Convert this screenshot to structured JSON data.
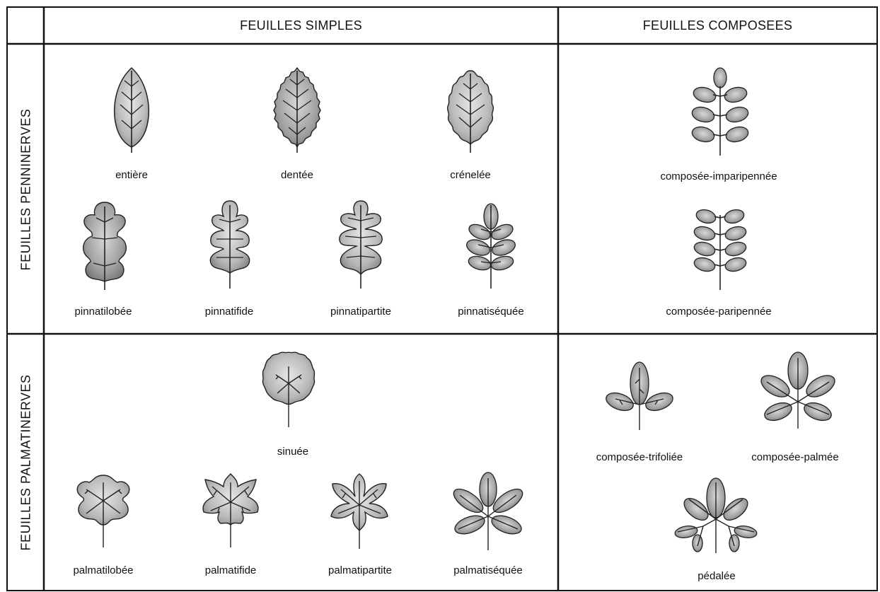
{
  "columns": {
    "simples": "FEUILLES SIMPLES",
    "composees": "FEUILLES COMPOSEES"
  },
  "rows": {
    "penninerves": "FEUILLES PENNINERVES",
    "palmatinerves": "FEUILLES PALMATINERVES"
  },
  "leaves": {
    "entiere": "entière",
    "dentee": "dentée",
    "crenelee": "crénelée",
    "pinnatilobee": "pinnatilobée",
    "pinnatifide": "pinnatifide",
    "pinnatipartite": "pinnatipartite",
    "pinnatisequee": "pinnatiséquée",
    "composee_imparipennee": "composée-imparipennée",
    "composee_paripennee": "composée-paripennée",
    "sinuee": "sinuée",
    "palmatilobee": "palmatilobée",
    "palmatifide": "palmatifide",
    "palmatipartite": "palmatipartite",
    "palmatisequee": "palmatiséquée",
    "composee_trifoliee": "composée-trifoliée",
    "composee_palmee": "composée-palmée",
    "pedalee": "pédalée"
  }
}
